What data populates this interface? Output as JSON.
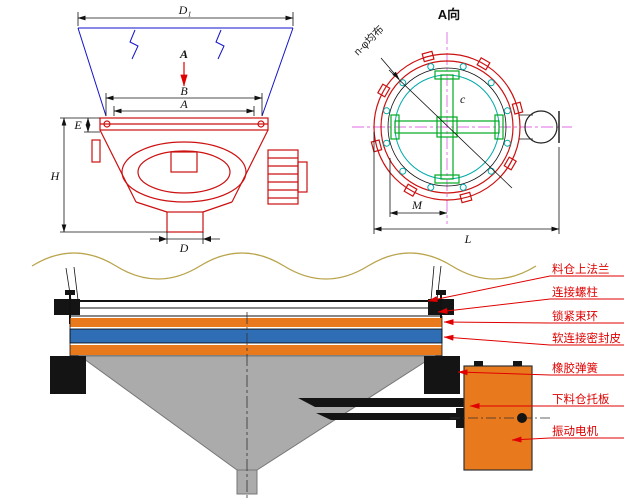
{
  "front_view": {
    "dim_d1": "D₁",
    "view_arrow": "A",
    "dim_b": "B",
    "dim_a": "A",
    "dim_e": "E",
    "dim_h": "H",
    "dim_d": "D"
  },
  "top_view": {
    "title": "A向",
    "bolt_note": "n-φ均布",
    "dim_c": "c",
    "dim_m": "M",
    "dim_l": "L"
  },
  "section_view": {
    "labels": [
      "料仓上法兰",
      "连接螺柱",
      "锁紧束环",
      "软连接密封皮",
      "橡胶弹簧",
      "下料仓托板",
      "振动电机"
    ]
  },
  "colors": {
    "outline_red": "#cc1111",
    "hopper_blue": "#1111cc",
    "cross_green": "#00aa22",
    "hole_cyan": "#00aaaa",
    "centerline_magenta": "#e06ae0",
    "seal_orange": "#e8791c",
    "seal_blue": "#2f6db5",
    "cone_gray": "#ababab",
    "label_red": "#e00000",
    "wave_tan": "#b9a44c"
  }
}
